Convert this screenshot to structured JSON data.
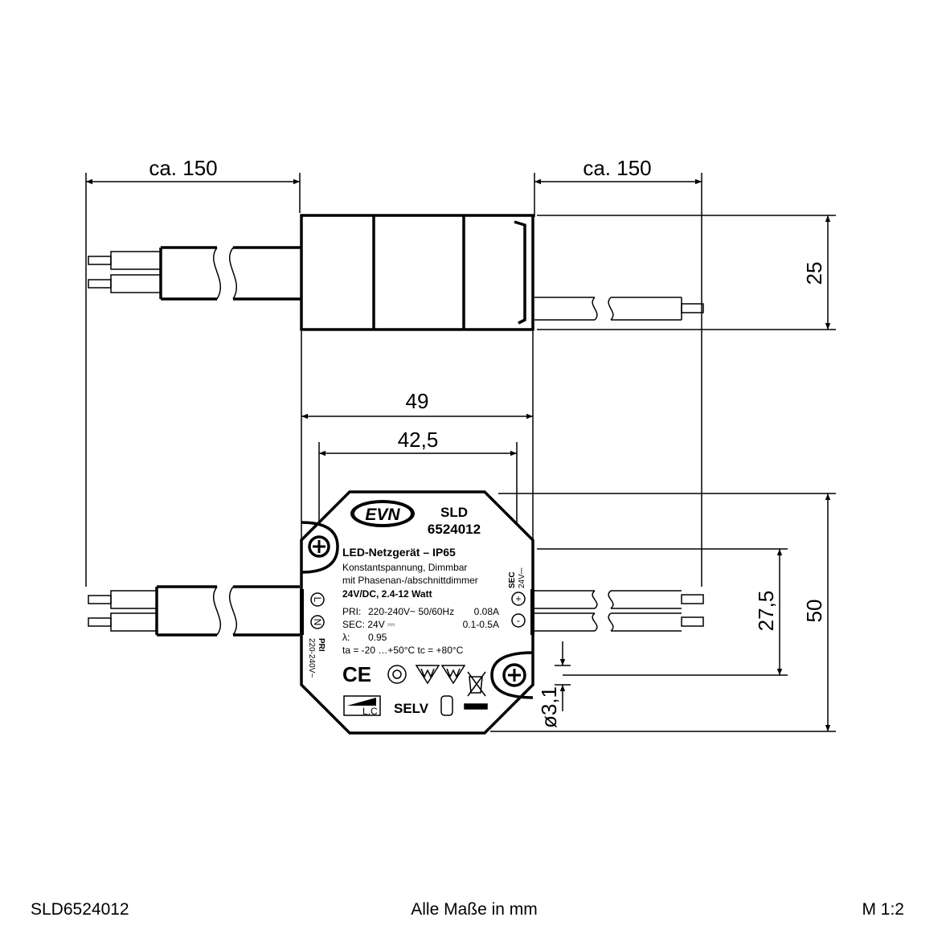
{
  "dimensions": {
    "cable_left": "ca. 150",
    "cable_right": "ca. 150",
    "height": "25",
    "width": "49",
    "hole_spacing": "42,5",
    "depth": "50",
    "hole_offset": "27,5",
    "hole_diameter": "ø3,1"
  },
  "label": {
    "brand": "EVN",
    "model_line1": "SLD",
    "model_line2": "6524012",
    "title": "LED-Netzgerät – IP65",
    "desc1": "Konstantspannung, Dimmbar",
    "desc2": "mit Phasenan-/abschnittdimmer",
    "rating": "24V/DC, 2.4-12 Watt",
    "pri_label": "PRI:",
    "pri_value": "220-240V~  50/60Hz",
    "pri_current": "0.08A",
    "sec_label": "SEC: 24V ⎓",
    "sec_current": "0.1-0.5A",
    "lambda_label": "λ:",
    "lambda_value": "0.95",
    "temps": "ta =   -20 …+50°C  tc = +80°C",
    "selv": "SELV",
    "lc": "L,C",
    "terminal_l": "L",
    "terminal_n": "N",
    "pri_side": "PRI",
    "pri_side_voltage": "220-240V~",
    "sec_side": "SEC",
    "sec_side_voltage": "24V⎓",
    "plus": "+",
    "minus": "-"
  },
  "footer": {
    "article": "SLD6524012",
    "units": "Alle Maße in mm",
    "scale": "M 1:2"
  }
}
